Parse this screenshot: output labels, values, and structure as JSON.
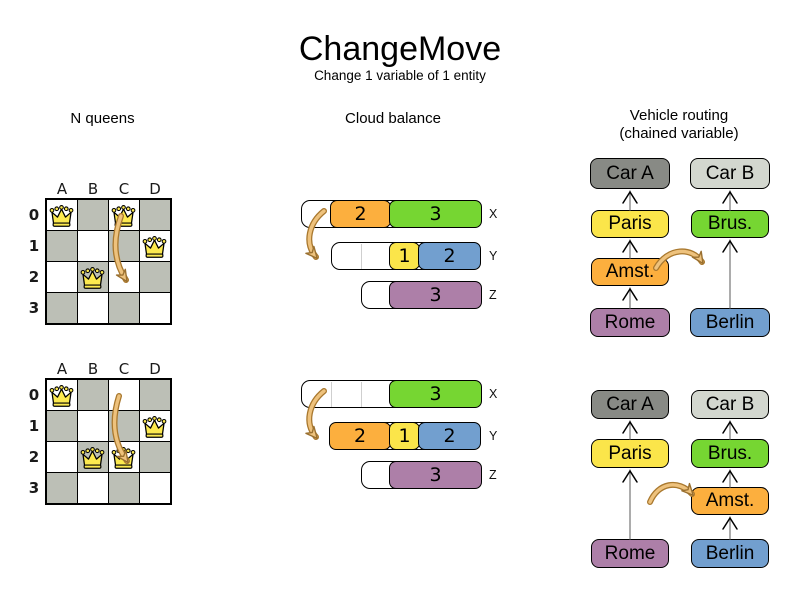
{
  "title": "ChangeMove",
  "subtitle": "Change 1 variable of 1 entity",
  "nqueens": {
    "header": "N queens",
    "col_labels": [
      "A",
      "B",
      "C",
      "D"
    ],
    "row_labels": [
      "0",
      "1",
      "2",
      "3"
    ],
    "before_queens": [
      "A0",
      "C0",
      "D1",
      "B2"
    ],
    "after_queens": [
      "A0",
      "D1",
      "B2",
      "C2"
    ],
    "move": "queen C0 to C2"
  },
  "cloud": {
    "header": "Cloud balance",
    "before": {
      "x": {
        "label": "X",
        "blocks": [
          {
            "value": "2",
            "color": "orange"
          },
          {
            "value": "3",
            "color": "green"
          }
        ]
      },
      "y": {
        "label": "Y",
        "blocks": [
          {
            "value": "1",
            "color": "yellow"
          },
          {
            "value": "2",
            "color": "blue"
          }
        ]
      },
      "z": {
        "label": "Z",
        "blocks": [
          {
            "value": "3",
            "color": "purple"
          }
        ]
      }
    },
    "after": {
      "x": {
        "label": "X",
        "blocks": [
          {
            "value": "3",
            "color": "green"
          }
        ]
      },
      "y": {
        "label": "Y",
        "blocks": [
          {
            "value": "2",
            "color": "orange"
          },
          {
            "value": "1",
            "color": "yellow"
          },
          {
            "value": "2",
            "color": "blue"
          }
        ]
      },
      "z": {
        "label": "Z",
        "blocks": [
          {
            "value": "3",
            "color": "purple"
          }
        ]
      }
    },
    "move": "orange process 2 from X to Y"
  },
  "vrp": {
    "header_line1": "Vehicle routing",
    "header_line2": "(chained variable)",
    "nodes": {
      "car_a": "Car A",
      "car_b": "Car B",
      "paris": "Paris",
      "brus": "Brus.",
      "amst": "Amst.",
      "rome": "Rome",
      "berlin": "Berlin"
    },
    "before_chains": {
      "car_a": [
        "Rome",
        "Amst.",
        "Paris"
      ],
      "car_b": [
        "Berlin",
        "Brus."
      ]
    },
    "after_chains": {
      "car_a": [
        "Rome",
        "Paris"
      ],
      "car_b": [
        "Berlin",
        "Amst.",
        "Brus."
      ]
    },
    "move": "Amst. from Car A chain to Car B chain"
  },
  "colors": {
    "orange": "#fcaf3e",
    "green": "#76d632",
    "yellow": "#fbe54a",
    "blue": "#729fcf",
    "purple": "#ad7fa8",
    "car_a_gray": "#888a85",
    "car_b_gray": "#d3d7cf",
    "board_gray": "#bcbfb6",
    "arrow_tan": "#e9b96e",
    "queen_gold": "#fce94f"
  }
}
